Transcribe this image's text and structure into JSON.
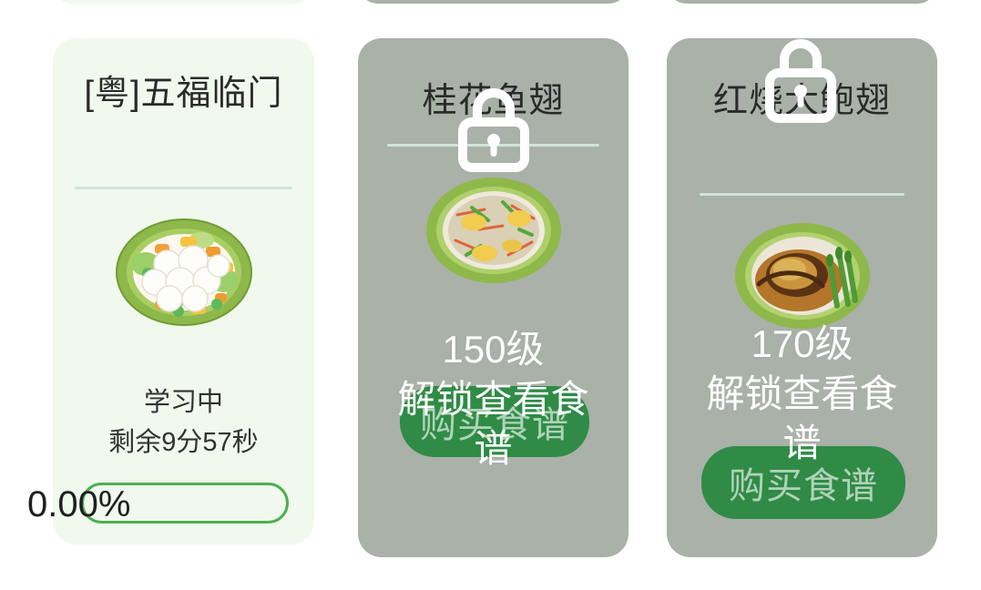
{
  "theme": {
    "page_background": "#ffffff",
    "active_card_background": "#f1f8ed",
    "locked_card_background": "#a9b1a9",
    "divider_color": "#cfe4dd",
    "progress_outline_color": "#4cb052",
    "buy_button_color": "#2f8b46",
    "title_color": "#2a2a2a",
    "locked_text_color": "#ffffff"
  },
  "cards": [
    {
      "id": "card-1",
      "state": "active",
      "title": "[粤]五福临门",
      "dish_icon": "white-dumplings-plate-icon",
      "status_line_1": "学习中",
      "status_line_2": "剩余9分57秒",
      "progress_label": "0.00%",
      "progress_percent": 0
    },
    {
      "id": "card-2",
      "state": "locked",
      "title": "桂花鱼翅",
      "dish_icon": "shredded-fin-plate-icon",
      "lock_icon": "lock-icon",
      "level_text": "150级",
      "unlock_caption": "解锁查看食谱",
      "buy_button_label": "购买食谱"
    },
    {
      "id": "card-3",
      "state": "locked",
      "title": "红烧大鲍翅",
      "dish_icon": "braised-abalone-plate-icon",
      "lock_icon": "lock-icon",
      "level_text": "170级",
      "unlock_caption": "解锁查看食谱",
      "buy_button_label": "购买食谱"
    }
  ]
}
